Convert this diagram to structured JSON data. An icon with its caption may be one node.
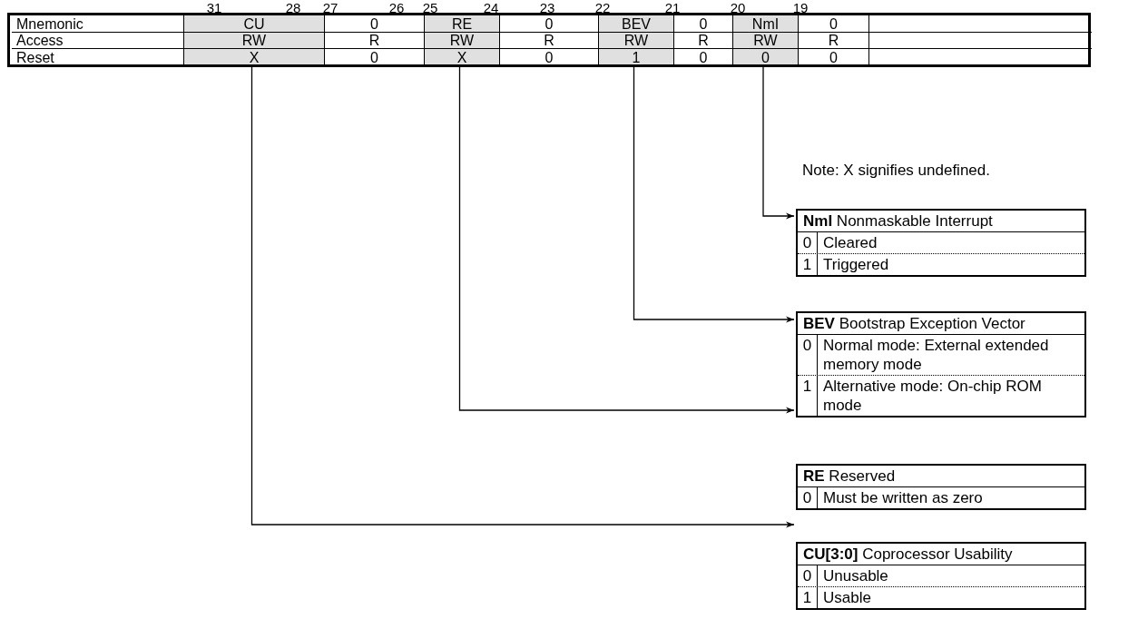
{
  "diagram": {
    "nodes": [
      {
        "text": [
          "CU",
          "RW",
          "X"
        ]
      },
      {
        "text": [
          "RE",
          "RW",
          "X"
        ]
      },
      {
        "text": [
          "BEV",
          "RW",
          "1"
        ]
      },
      {
        "text": [
          "NmI",
          "RW",
          "0"
        ]
      },
      {
        "text": [
          "**NmI** Nonmaskable Interrupt",
          "0",
          "Cleared",
          "1",
          "Triggered"
        ]
      },
      {
        "text": [
          "**BEV** Bootstrap Exception Vector",
          "0",
          "Normal mode: External extended memory mode",
          "1",
          "Alternative mode: On-chip ROM mode"
        ]
      },
      {
        "text": [
          "**RE** Reserved",
          "0",
          "Must be written as zero"
        ]
      },
      {
        "text": [
          "**CU[3:0]** Coprocessor Usability",
          "0",
          "Unusable",
          "1",
          "Usable"
        ]
      }
    ],
    "edges": [
      {
        "from": 3,
        "to": 4,
        "arrow": "to"
      },
      {
        "from": 2,
        "to": 5,
        "arrow": "to"
      },
      {
        "from": 1,
        "to": 5,
        "arrow": "to"
      },
      {
        "from": 0,
        "to": 6,
        "arrow": "to"
      }
    ],
    "labels": [
      "31",
      "28",
      "27",
      "26",
      "25",
      "24",
      "23",
      "22",
      "21",
      "20",
      "19",
      "Mnemonic",
      "0",
      "0",
      "0",
      "0",
      "Access",
      "R",
      "R",
      "R",
      "R",
      "Reset",
      "0",
      "0",
      "0",
      "0",
      "Note: X signifies undefined."
    ]
  }
}
